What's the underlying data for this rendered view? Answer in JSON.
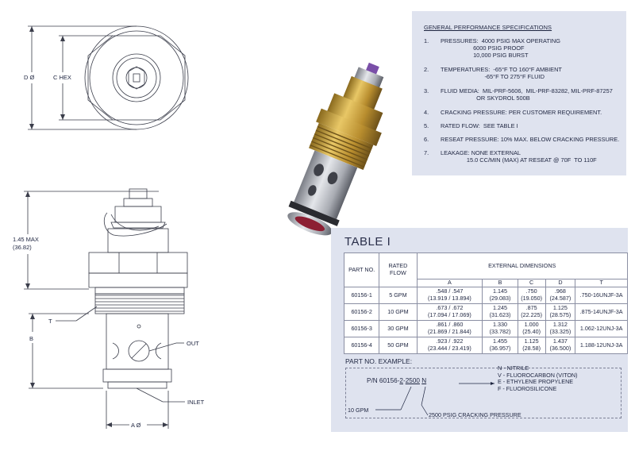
{
  "specs": {
    "title": "GENERAL PERFORMANCE SPECIFICATIONS",
    "items": [
      {
        "num": "1.",
        "text": "PRESSURES:  4000 PSIG MAX OPERATING\n                    6000 PSIG PROOF\n                    10,000 PSIG BURST"
      },
      {
        "num": "2.",
        "text": "TEMPERATURES:  -65°F TO 160°F AMBIENT\n                           -65°F TO 275°F FLUID"
      },
      {
        "num": "3.",
        "text": "FLUID MEDIA:  MIL-PRF-5606,  MIL-PRF-83282, MIL-PRF-87257\n                      OR SKYDROL 500B"
      },
      {
        "num": "4.",
        "text": "CRACKING PRESSURE: PER CUSTOMER REQUIREMENT."
      },
      {
        "num": "5.",
        "text": "RATED FLOW:  SEE TABLE I"
      },
      {
        "num": "6.",
        "text": "RESEAT PRESSURE: 10% MAX. BELOW CRACKING PRESSURE."
      },
      {
        "num": "7.",
        "text": "LEAKAGE: NONE EXTERNAL\n                15.0 CC/MIN (MAX) AT RESEAT @ 70F  TO 110F"
      }
    ]
  },
  "drawing": {
    "d_label": "D Ø",
    "c_label": "C HEX",
    "max_label": "1.45 MAX",
    "max_label_mm": "(36.82)",
    "t_label": "T",
    "b_label": "B",
    "out_label": "OUT",
    "inlet_label": "INLET",
    "a_label": "A Ø"
  },
  "table": {
    "title": "TABLE I",
    "h_part": "PART NO.",
    "h_flow": "RATED FLOW",
    "h_ext": "EXTERNAL DIMENSIONS",
    "h_cols": [
      "A",
      "B",
      "C",
      "D",
      "T"
    ],
    "rows": [
      {
        "part": "60156-1",
        "flow": "5 GPM",
        "a1": ".548 / .547",
        "a2": "(13.919 / 13.894)",
        "b1": "1.145",
        "b2": "(29.083)",
        "c1": ".750",
        "c2": "(19.050)",
        "d1": ".968",
        "d2": "(24.587)",
        "t": ".750-16UNJF-3A"
      },
      {
        "part": "60156-2",
        "flow": "10 GPM",
        "a1": ".673 / .672",
        "a2": "(17.094 / 17.069)",
        "b1": "1.245",
        "b2": "(31.623)",
        "c1": ".875",
        "c2": "(22.225)",
        "d1": "1.125",
        "d2": "(28.575)",
        "t": ".875-14UNJF-3A"
      },
      {
        "part": "60156-3",
        "flow": "30 GPM",
        "a1": ".861 / .860",
        "a2": "(21.869 / 21.844)",
        "b1": "1.330",
        "b2": "(33.782)",
        "c1": "1.000",
        "c2": "(25.40)",
        "d1": "1.312",
        "d2": "(33.325)",
        "t": "1.062-12UNJ-3A"
      },
      {
        "part": "60156-4",
        "flow": "50 GPM",
        "a1": ".923 / .922",
        "a2": "(23.444 / 23.419)",
        "b1": "1.455",
        "b2": "(36.957)",
        "c1": "1.125",
        "c2": "(28.58)",
        "d1": "1.437",
        "d2": "(36.500)",
        "t": "1.188-12UNJ-3A"
      }
    ]
  },
  "example": {
    "title": "PART NO. EXAMPLE:",
    "pn_prefix": "P/N 60156-",
    "pn_size": "2",
    "pn_dash": "-",
    "pn_press": "2500",
    "pn_space": " ",
    "pn_seal": "N",
    "seal_options": [
      "N - NITRILE",
      "V - FLUOROCARBON (VITON)",
      "E - ETHYLENE PROPYLENE",
      "F - FLUOROSILICONE"
    ],
    "size_callout": "10 GPM",
    "press_callout": "2500 PSIG CRACKING PRESSURE"
  },
  "colors": {
    "panel_bg": "#dfe3ef",
    "text": "#1e2540",
    "brass": "#c9a44a",
    "steel": "#c4c6cc"
  }
}
